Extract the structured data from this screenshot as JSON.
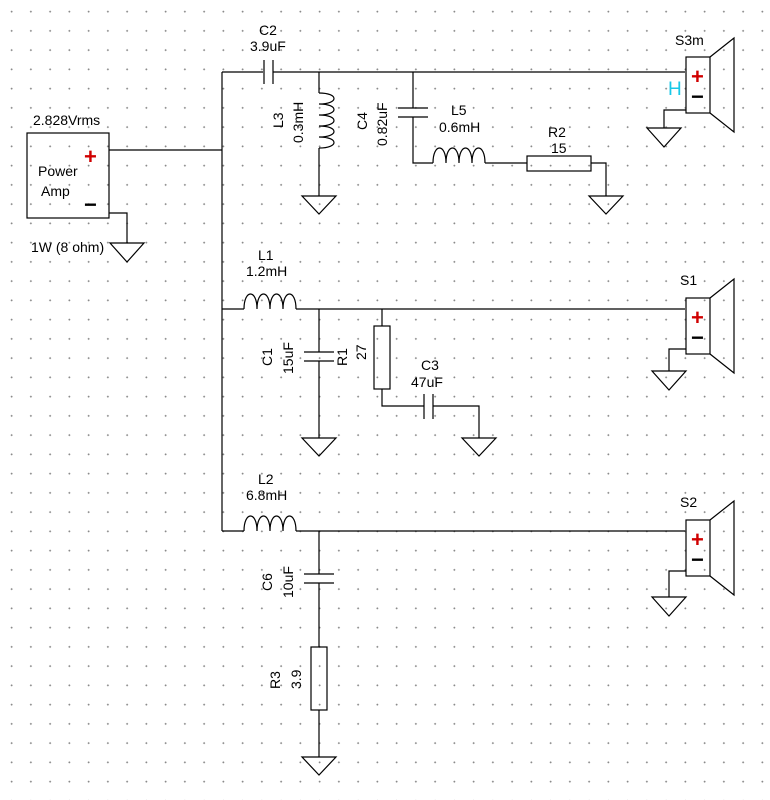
{
  "colors": {
    "wire": "#000000",
    "plus": "#d00000",
    "h_marker": "#18c8e8",
    "grid_dots": "#8a8a8a"
  },
  "source": {
    "voltage": "2.828Vrms",
    "line1": "Power",
    "line2": "Amp",
    "power": "1W (8 ohm)",
    "plus": "+",
    "minus": "−"
  },
  "components": {
    "C2": {
      "name": "C2",
      "value": "3.9uF"
    },
    "L3": {
      "name": "L3",
      "value": "0.3mH"
    },
    "C4": {
      "name": "C4",
      "value": "0.82uF"
    },
    "L5": {
      "name": "L5",
      "value": "0.6mH"
    },
    "R2": {
      "name": "R2",
      "value": "15"
    },
    "L1": {
      "name": "L1",
      "value": "1.2mH"
    },
    "C1": {
      "name": "C1",
      "value": "15uF"
    },
    "R1": {
      "name": "R1",
      "value": "27"
    },
    "C3": {
      "name": "C3",
      "value": "47uF"
    },
    "L2": {
      "name": "L2",
      "value": "6.8mH"
    },
    "C6": {
      "name": "C6",
      "value": "10uF"
    },
    "R3": {
      "name": "R3",
      "value": "3.9"
    }
  },
  "speakers": {
    "S3m": {
      "name": "S3m",
      "marker": "H"
    },
    "S1": {
      "name": "S1"
    },
    "S2": {
      "name": "S2"
    },
    "plus": "+",
    "minus": "−"
  }
}
